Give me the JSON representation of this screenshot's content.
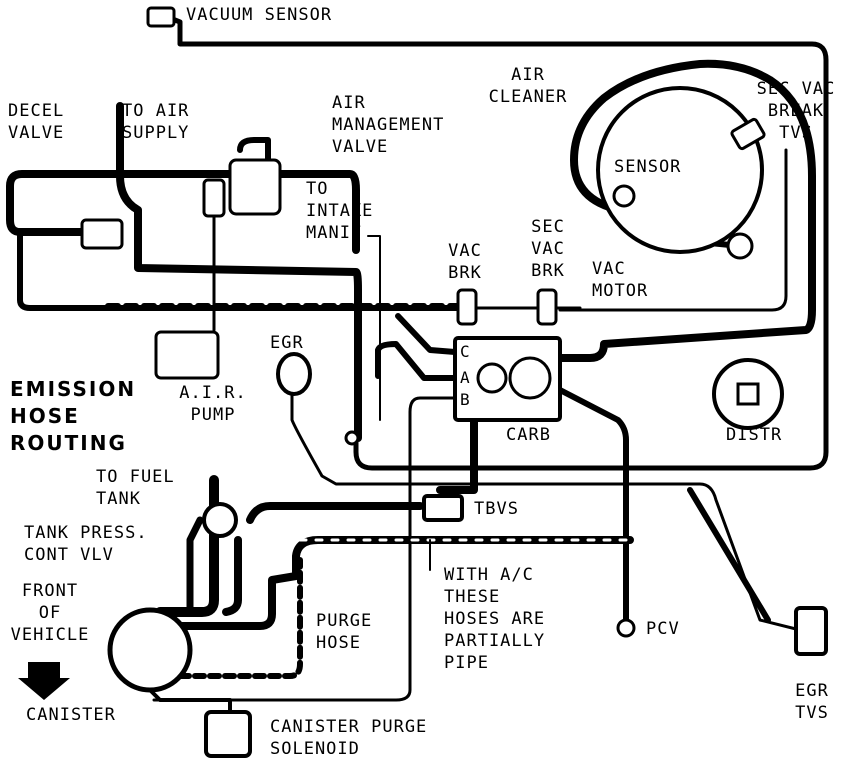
{
  "labels": {
    "vacuum_sensor": "VACUUM SENSOR",
    "decel_valve": "DECEL\nVALVE",
    "to_air_supply": "TO AIR\nSUPPLY",
    "air_management_valve": "AIR\nMANAGEMENT\nVALVE",
    "air_cleaner": "AIR\nCLEANER",
    "sec_vac_break_tvs": "SEC VAC\nBREAK\nTVS",
    "sensor": "SENSOR",
    "to_intake_manif": "TO\nINTAKE\nMANIF",
    "vac_brk": "VAC\nBRK",
    "sec_vac_brk": "SEC\nVAC\nBRK",
    "vac_motor": "VAC\nMOTOR",
    "egr": "EGR",
    "emission_hose_routing": "EMISSION\nHOSE\nROUTING",
    "air_pump": "A.I.R.\nPUMP",
    "carb": "CARB",
    "carb_port_c": "C",
    "carb_port_a": "A",
    "carb_port_b": "B",
    "distr": "DISTR",
    "to_fuel_tank": "TO FUEL\nTANK",
    "tank_press_cont_vlv": "TANK PRESS.\nCONT VLV",
    "tbvs": "TBVS",
    "front_of_vehicle": "FRONT\nOF\nVEHICLE",
    "purge_hose": "PURGE\nHOSE",
    "with_ac_note": "WITH A/C\nTHESE\nHOSES ARE\nPARTIALLY\nPIPE",
    "pcv": "PCV",
    "canister": "CANISTER",
    "canister_purge_solenoid": "CANISTER PURGE\nSOLENOID",
    "egr_tvs": "EGR\nTVS"
  },
  "colors": {
    "ink": "#000000",
    "paper": "#ffffff"
  }
}
